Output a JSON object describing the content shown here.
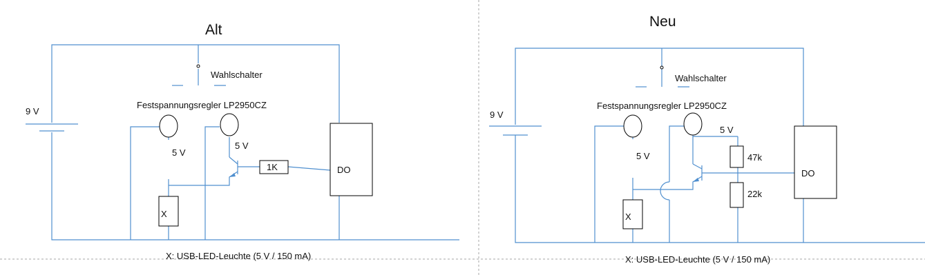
{
  "left": {
    "title": "Alt",
    "battery_label": "9 V",
    "switch_label": "Wahlschalter",
    "regulator_label": "Festspannungsregler LP2950CZ",
    "reg1_out_label": "5 V",
    "reg2_out_label": "5 V",
    "resistor_label": "1K",
    "load_label": "X",
    "output_label": "DO",
    "caption": "X: USB-LED-Leuchte (5 V / 150 mA)"
  },
  "right": {
    "title": "Neu",
    "battery_label": "9 V",
    "switch_label": "Wahlschalter",
    "regulator_label": "Festspannungsregler LP2950CZ",
    "reg1_out_label": "5 V",
    "reg2_out_label": "5 V",
    "resistor_top_label": "47k",
    "resistor_bottom_label": "22k",
    "load_label": "X",
    "output_label": "DO",
    "caption": "X: USB-LED-Leuchte (5 V / 150 mA)"
  },
  "colors": {
    "wire": "#4f8fcf",
    "component": "#000000",
    "divider": "#a6a6a6"
  }
}
